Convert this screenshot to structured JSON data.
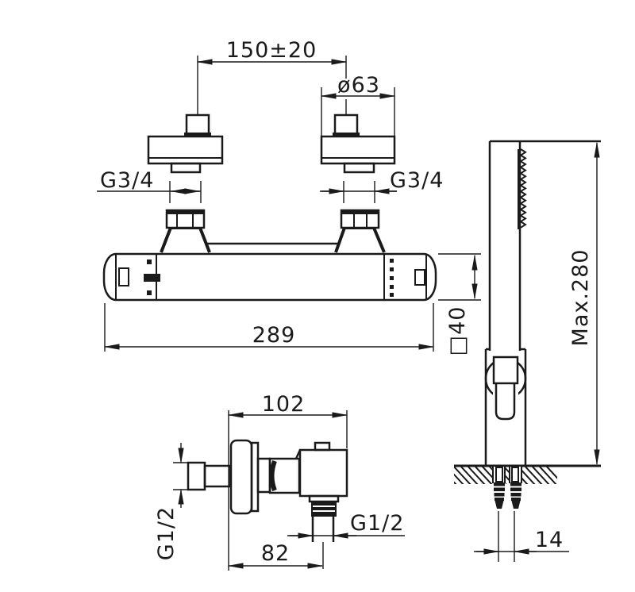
{
  "drawing": {
    "type": "technical-dimension-drawing",
    "subject": "thermostatic shower mixer with hand shower",
    "front_view": {
      "wall_connection_spacing": "150±20",
      "escutcheon_diameter": "ø63",
      "left_inlet_thread": "G3/4",
      "right_inlet_thread": "G3/4",
      "body_width": "289",
      "body_profile": "□40"
    },
    "hand_shower": {
      "max_height": "Max.280",
      "anchor_spacing": "14"
    },
    "side_view": {
      "total_depth": "102",
      "inlet_thread": "G1/2",
      "outlet_thread": "G1/2",
      "outlet_offset": "82"
    },
    "colors": {
      "line": "#1a1a1a",
      "background": "#ffffff"
    }
  }
}
